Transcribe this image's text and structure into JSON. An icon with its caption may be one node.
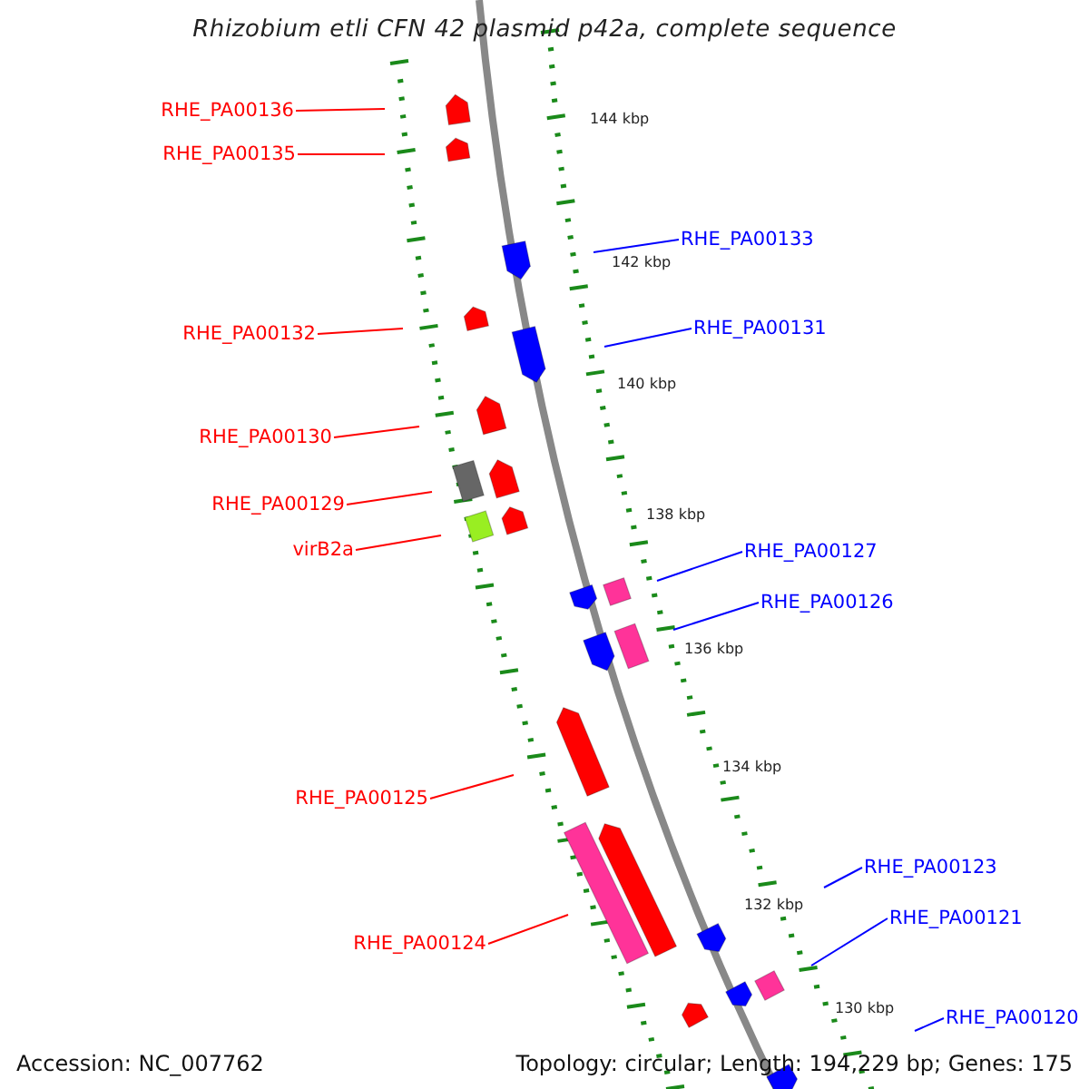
{
  "diagram": {
    "title": "Rhizobium etli CFN 42 plasmid p42a, complete sequence",
    "nodes": [
      {
        "text": [
          "RHE_PA00136"
        ]
      },
      {
        "text": [
          "RHE_PA00135"
        ]
      },
      {
        "text": [
          "RHE_PA00133"
        ]
      },
      {
        "text": [
          "RHE_PA00132"
        ]
      },
      {
        "text": [
          "RHE_PA00131"
        ]
      },
      {
        "text": [
          "RHE_PA00130"
        ]
      },
      {
        "text": [
          "RHE_PA00129"
        ]
      },
      {
        "text": [
          "virB2a"
        ]
      },
      {
        "text": [
          "RHE_PA00127"
        ]
      },
      {
        "text": [
          "RHE_PA00126"
        ]
      },
      {
        "text": [
          "RHE_PA00125"
        ]
      },
      {
        "text": [
          "RHE_PA00123"
        ]
      },
      {
        "text": [
          "RHE_PA00121"
        ]
      },
      {
        "text": [
          "RHE_PA00124"
        ]
      },
      {
        "text": [
          "RHE_PA00120"
        ]
      }
    ],
    "edges": [
      {
        "from": 0,
        "to": null,
        "arrow": "none"
      },
      {
        "from": 1,
        "to": null,
        "arrow": "none"
      },
      {
        "from": 2,
        "to": null,
        "arrow": "none",
        "color": "#0000ff"
      },
      {
        "from": 3,
        "to": null,
        "arrow": "none"
      },
      {
        "from": 4,
        "to": null,
        "arrow": "none",
        "color": "#0000ff"
      },
      {
        "from": 5,
        "to": null,
        "arrow": "none"
      },
      {
        "from": 6,
        "to": null,
        "arrow": "none"
      },
      {
        "from": 7,
        "to": null,
        "arrow": "none"
      },
      {
        "from": 8,
        "to": null,
        "arrow": "none",
        "color": "#0000ff"
      },
      {
        "from": 9,
        "to": null,
        "arrow": "none",
        "color": "#0000ff"
      },
      {
        "from": 10,
        "to": null,
        "arrow": "none"
      },
      {
        "from": 11,
        "to": null,
        "arrow": "none",
        "color": "#0000ff"
      },
      {
        "from": 12,
        "to": null,
        "arrow": "none",
        "color": "#0000ff"
      },
      {
        "from": 13,
        "to": null,
        "arrow": "none"
      },
      {
        "from": 14,
        "to": null,
        "arrow": "none",
        "color": "#0000ff"
      }
    ],
    "labels": [
      "144 kbp",
      "142 kbp",
      "140 kbp",
      "138 kbp",
      "136 kbp",
      "134 kbp",
      "132 kbp",
      "130 kbp",
      "Accession: NC_007762",
      "Topology: circular; Length: 194,229 bp; Genes: 175"
    ]
  }
}
